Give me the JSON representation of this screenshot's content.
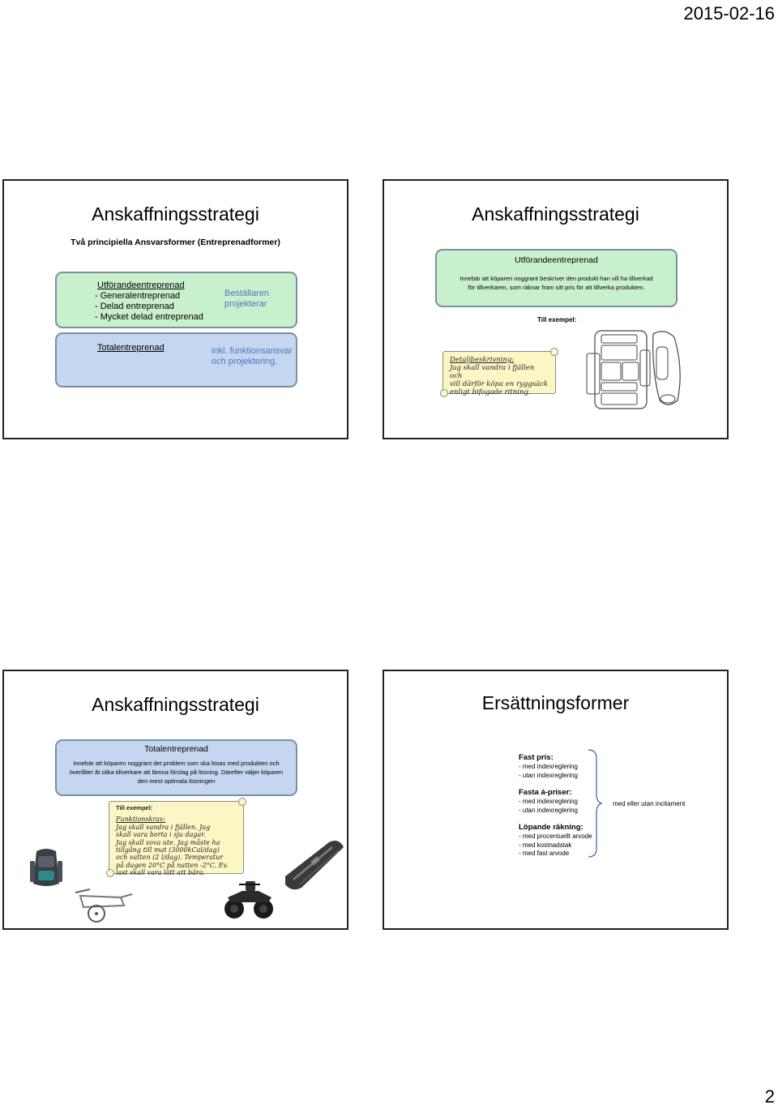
{
  "header": {
    "date": "2015-02-16"
  },
  "footer": {
    "page_number": "2"
  },
  "slide1": {
    "title": "Anskaffningsstrategi",
    "subtitle": "Två principiella Ansvarsformer (Entreprenadformer)",
    "green_box": {
      "heading": "Utförandeentreprenad",
      "items": [
        "- Generalentreprenad",
        "- Delad entreprenad",
        "- Mycket delad entreprenad"
      ],
      "note_line1": "Beställaren",
      "note_line2": "projekterar"
    },
    "blue_box": {
      "heading": "Totalentreprenad",
      "note_line1": "inkl. funktionsansvar",
      "note_line2": "och projektering."
    }
  },
  "slide2": {
    "title": "Anskaffningsstrategi",
    "box": {
      "heading": "Utförandeentreprenad",
      "line1": "Innebär att köparen noggrant beskriver den produkt han vill ha tillverkad",
      "line2": "för tillverkaren, som räknar fram sitt pris för att tillverka produkten."
    },
    "example_label": "Till exempel:",
    "scroll": {
      "heading": "Detaljbeskrivning:",
      "line1": "Jag skall vandra i fjällen och",
      "line2": "vill därför köpa en ryggsäck",
      "line3": "enligt bifogade ritning."
    }
  },
  "slide3": {
    "title": "Anskaffningsstrategi",
    "box": {
      "heading": "Totalentreprenad",
      "line1": "Innebär att köparen noggrant det problem som ska lösas med produkten och",
      "line2": "överlåter åt olika tillverkare att lämna förslag på lösning. Därefter väljer köparen",
      "line3": "den mest optimala lösningen"
    },
    "example_label": "Till exempel:",
    "scroll": {
      "heading": "Funktionskrav:",
      "line1": "Jag skall vandra i fjällen. Jag",
      "line2": "skall vara borta i sju dagar.",
      "line3": "Jag skall sova ute. Jag måste ha",
      "line4": "tillgång till mat (3000kCal/dag)",
      "line5": "och vatten (2 l/dag). Temperatur",
      "line6": "på dagen 20°C på natten -2°C. Ev.",
      "line7": "last skall vara lätt att bära."
    }
  },
  "slide4": {
    "title": "Ersättningsformer",
    "groups": [
      {
        "heading": "Fast pris:",
        "items": [
          "- med indexreglering",
          "- utan indexreglering"
        ]
      },
      {
        "heading": "Fasta á-priser:",
        "items": [
          "- med indexreglering",
          "- utan indexreglering"
        ]
      },
      {
        "heading": "Löpande räkning:",
        "items": [
          "- med procentuellt arvode",
          "- med kostnadstak",
          "- med fast arvode"
        ]
      }
    ],
    "side_note": "med eller utan incitament"
  }
}
